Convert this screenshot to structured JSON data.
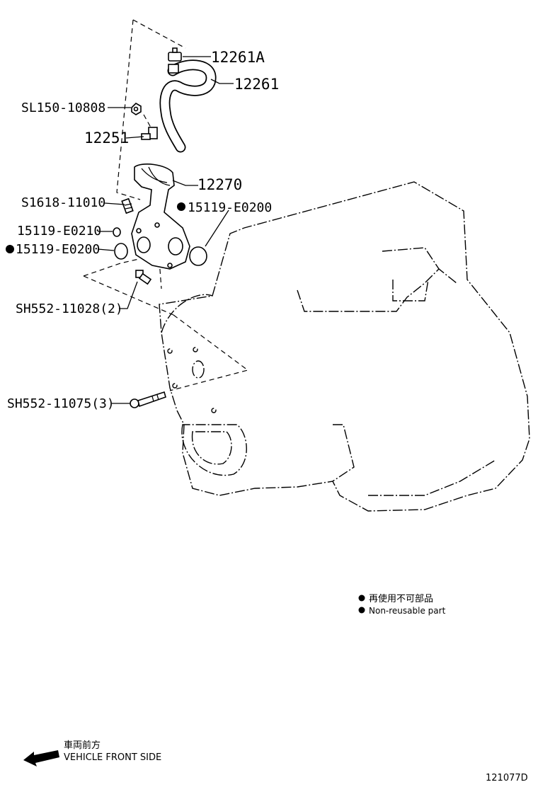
{
  "callouts": {
    "p12261a": "12261A",
    "p12261": "12261",
    "sl150": "SL150-10808",
    "p12251": "12251",
    "p12270": "12270",
    "s1618": "S1618-11010",
    "gasket_right": "15119-E0200",
    "oring_small": "15119-E0210",
    "gasket_left": "15119-E0200",
    "sh552_2": "SH552-11028(2)",
    "sh552_3": "SH552-11075(3)"
  },
  "legend": {
    "jp": "再使用不可部品",
    "en": "Non-reusable part"
  },
  "direction": {
    "jp": "車両前方",
    "en": "VEHICLE FRONT SIDE"
  },
  "figure_id": "121077D"
}
